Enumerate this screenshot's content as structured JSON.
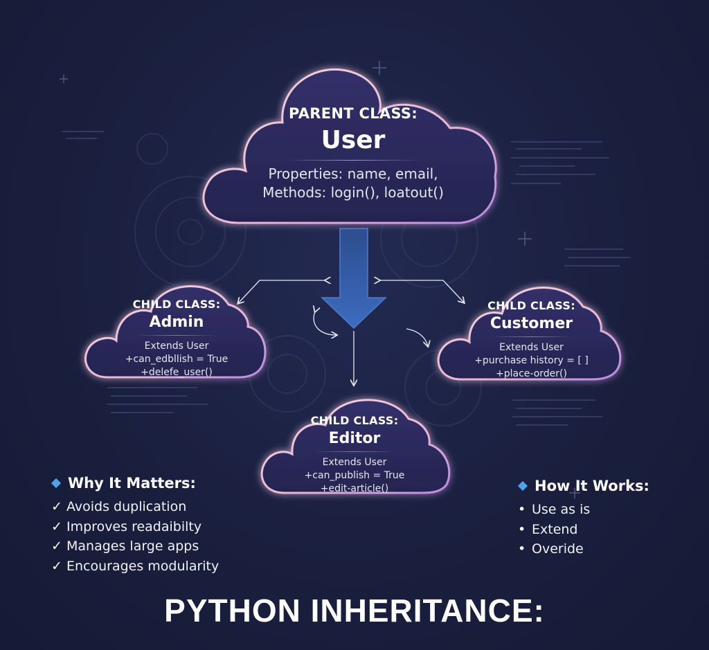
{
  "parent": {
    "kicker": "PARENT CLASS:",
    "name": "User",
    "lines": [
      "Properties: name, email,",
      "Methods: login(), loatout()"
    ]
  },
  "children": {
    "admin": {
      "kicker": "CHILD CLASS:",
      "name": "Admin",
      "lines": [
        "Extends User",
        "+can_edbllish = True",
        "+delefe_user()"
      ]
    },
    "customer": {
      "kicker": "CHILD CLASS:",
      "name": "Customer",
      "lines": [
        "Extends User",
        "+purchase history = [ ]",
        "+place-order()"
      ]
    },
    "editor": {
      "kicker": "CHILD CLASS:",
      "name": "Editor",
      "lines": [
        "Extends User",
        "+can_publish = True",
        "+edit-article()"
      ]
    }
  },
  "why": {
    "title": "Why It Matters:",
    "items": [
      "Avoids duplication",
      "Improves readaibilty",
      "Manages large apps",
      "Encourages modularity"
    ]
  },
  "how": {
    "title": "How It Works:",
    "items": [
      "Use as is",
      "Extend",
      "Overide"
    ]
  },
  "title": "PYTHON INHERITANCE:",
  "colors": {
    "background": "#1a1f3e",
    "cloud_fill": "#2b2a5e",
    "cloud_glow": "#f0c8d8",
    "cloud_outline_accent": "#b98ae0",
    "arrow_fill": "#3a5fa8",
    "bullet_diamond": "#4fa3e8"
  },
  "icons": {
    "check": "✓",
    "bullet": "•",
    "diamond": "diamond-icon"
  }
}
